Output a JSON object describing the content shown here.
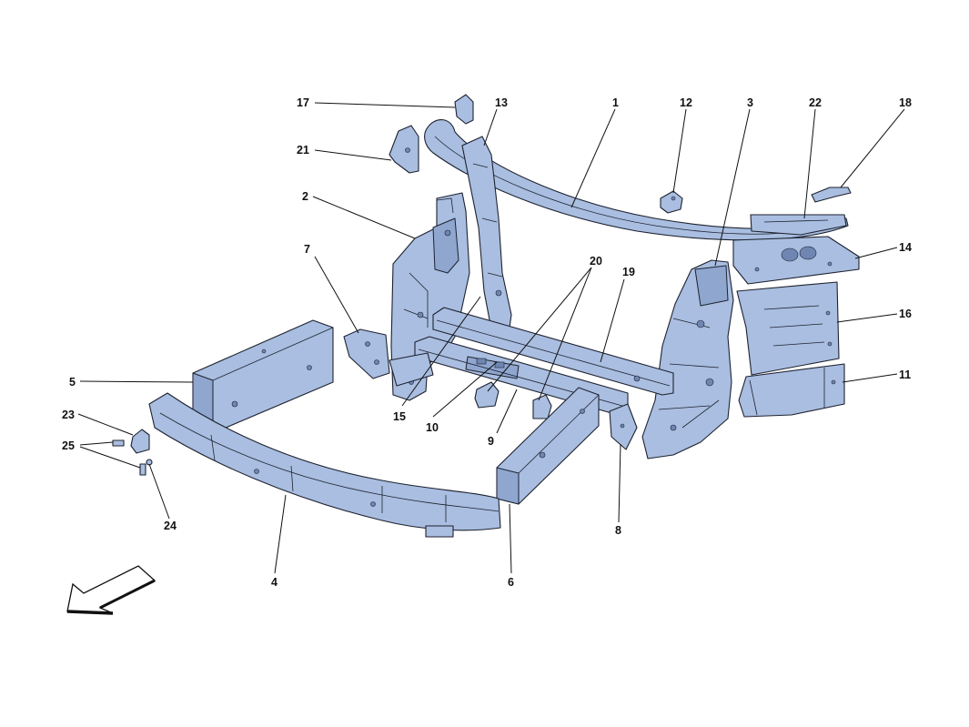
{
  "callouts": [
    "1",
    "2",
    "3",
    "4",
    "5",
    "6",
    "7",
    "8",
    "9",
    "10",
    "11",
    "12",
    "13",
    "14",
    "15",
    "16",
    "17",
    "18",
    "19",
    "20",
    "21",
    "22",
    "23",
    "24",
    "25"
  ],
  "colors": {
    "part_fill": "#a9bee0",
    "part_shade": "#8fa6cf",
    "outline": "#1e2230",
    "background": "#ffffff"
  },
  "icons": {
    "direction_arrow": "front-direction-arrow-icon"
  }
}
